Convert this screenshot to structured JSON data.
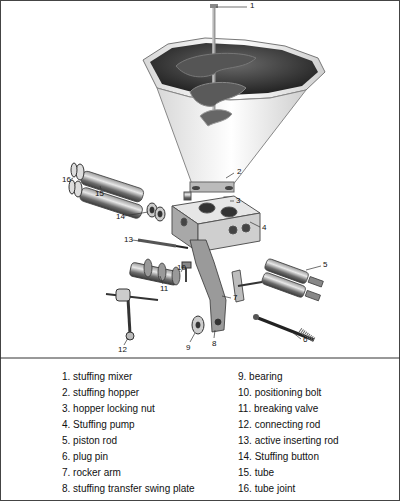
{
  "diagram": {
    "labels": [
      "1",
      "2",
      "3",
      "4",
      "5",
      "6",
      "7",
      "8",
      "9",
      "10",
      "11",
      "12",
      "13",
      "14",
      "15",
      "16",
      "1. stuffing mixer",
      "2. stuffing hopper",
      "3. hopper locking nut",
      "4. Stuffing pump",
      "5. piston rod",
      "6. plug pin",
      "7. rocker arm",
      "8. stuffing transfer swing plate",
      "9. bearing",
      "10. positioning bolt",
      "11. breaking valve",
      "12. connecting rod",
      "13. active inserting rod",
      "14. Stuffing button",
      "15. tube",
      "16. tube joint"
    ]
  }
}
